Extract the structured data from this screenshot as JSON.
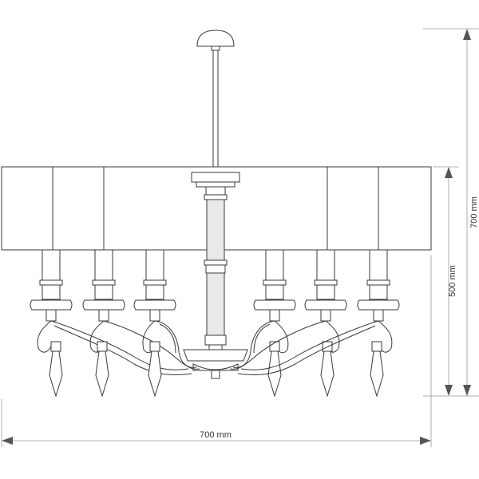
{
  "dimensions": {
    "width_label": "700 mm",
    "total_height_label": "700 mm",
    "body_height_label": "500 mm"
  },
  "colors": {
    "line": "#3a3a3a",
    "dimension_line": "#999999",
    "arrow": "#555555",
    "background": "#ffffff"
  }
}
